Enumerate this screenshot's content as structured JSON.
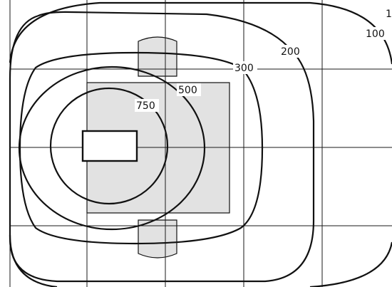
{
  "contour_labels": {
    "c750": "750",
    "c500": "500",
    "c300": "300",
    "c200": "200",
    "c100": "100",
    "edge": "1"
  },
  "colors": {
    "line": "#111111",
    "grid": "#1a1a1a",
    "room_fill": "#e2e2e2",
    "lamp_fill": "#ffffff",
    "background": "#ffffff"
  }
}
